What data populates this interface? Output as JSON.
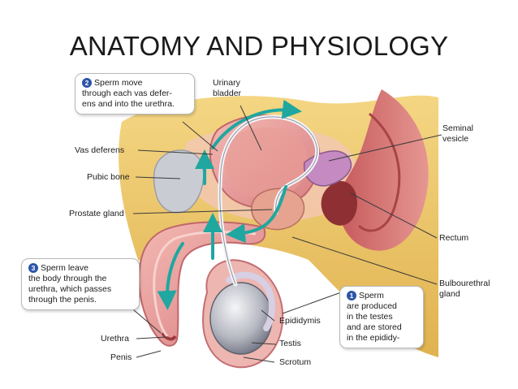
{
  "title": "ANATOMY AND PHYSIOLOGY",
  "labels": {
    "urinary_bladder": "Urinary\nbladder",
    "seminal_vesicle": "Seminal\nvesicle",
    "vas_deferens": "Vas deferens",
    "pubic_bone": "Pubic bone",
    "prostate_gland": "Prostate gland",
    "rectum": "Rectum",
    "bulbourethral_gland": "Bulbourethral\ngland",
    "epididymis": "Epididymis",
    "testis": "Testis",
    "scrotum": "Scrotum",
    "urethra": "Urethra",
    "penis": "Penis"
  },
  "callouts": {
    "step2": {
      "number": "2",
      "text": "Sperm move\nthrough each vas defer-\nens and into the urethra."
    },
    "step3": {
      "number": "3",
      "text": "Sperm leave\nthe body through the\nurethra, which passes\nthrough the penis."
    },
    "step1": {
      "number": "1",
      "text": "Sperm\nare produced\nin the testes\nand are stored\nin the epididy-"
    }
  },
  "colors": {
    "flow_arrow": "#1fa7a0",
    "step_badge": "#2c55a8",
    "tissue_pink": "#e7a0a0",
    "fat_yellow": "#eec66a"
  }
}
